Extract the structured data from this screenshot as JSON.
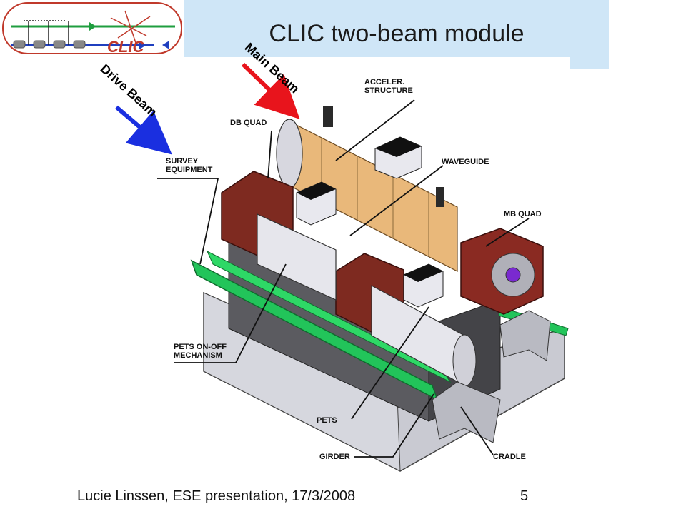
{
  "header": {
    "title": "CLIC two-beam module",
    "logo_text": "CLIC"
  },
  "beam_labels": {
    "main_beam": "Main Beam",
    "drive_beam": "Drive Beam"
  },
  "callouts": {
    "acceler_structure": "ACCELER.\nSTRUCTURE",
    "db_quad": "DB QUAD",
    "waveguide": "WAVEGUIDE",
    "survey_equipment": "SURVEY\nEQUIPMENT",
    "mb_quad": "MB QUAD",
    "pets_on_off": "PETS ON-OFF\nMECHANISM",
    "pets": "PETS",
    "girder": "GIRDER",
    "cradle": "CRADLE"
  },
  "footer": {
    "author": "Lucie Linssen, ESE presentation, 17/3/2008",
    "page_number": "5"
  },
  "colors": {
    "main_beam_arrow": "#e8141c",
    "drive_beam_arrow": "#1a2fe0",
    "title_bar": "#cfe6f7",
    "logo_border": "#c0392b",
    "green_rail": "#22c45a",
    "copper_structure": "#e9b87a",
    "quad_red": "#8a2a22"
  }
}
